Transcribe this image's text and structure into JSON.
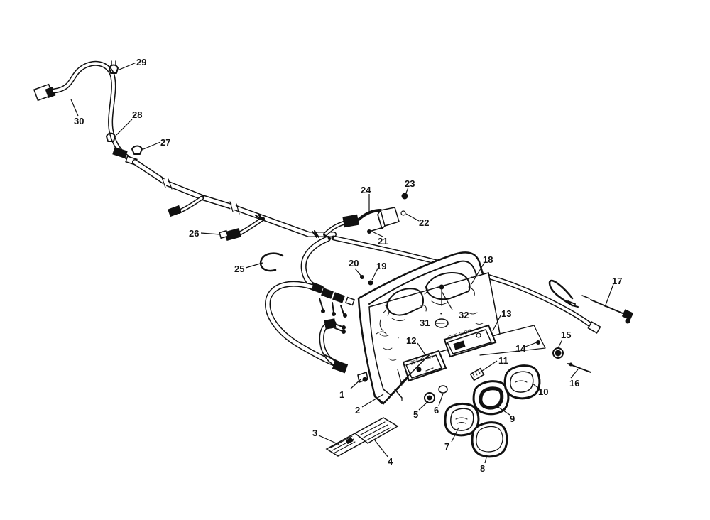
{
  "diagram": {
    "type": "exploded parts diagram",
    "subject": "console / instrument panel and wiring harness"
  },
  "callouts": [
    {
      "id": "1",
      "label": "1"
    },
    {
      "id": "2",
      "label": "2"
    },
    {
      "id": "3",
      "label": "3"
    },
    {
      "id": "4",
      "label": "4"
    },
    {
      "id": "5",
      "label": "5"
    },
    {
      "id": "6",
      "label": "6"
    },
    {
      "id": "7",
      "label": "7"
    },
    {
      "id": "8",
      "label": "8"
    },
    {
      "id": "9",
      "label": "9"
    },
    {
      "id": "10",
      "label": "10"
    },
    {
      "id": "11",
      "label": "11"
    },
    {
      "id": "12",
      "label": "12"
    },
    {
      "id": "13",
      "label": "13"
    },
    {
      "id": "14",
      "label": "14"
    },
    {
      "id": "15",
      "label": "15"
    },
    {
      "id": "16",
      "label": "16"
    },
    {
      "id": "17",
      "label": "17"
    },
    {
      "id": "18",
      "label": "18"
    },
    {
      "id": "19",
      "label": "19"
    },
    {
      "id": "20",
      "label": "20"
    },
    {
      "id": "21",
      "label": "21"
    },
    {
      "id": "22",
      "label": "22"
    },
    {
      "id": "23",
      "label": "23"
    },
    {
      "id": "24",
      "label": "24"
    },
    {
      "id": "25",
      "label": "25"
    },
    {
      "id": "26",
      "label": "26"
    },
    {
      "id": "27",
      "label": "27"
    },
    {
      "id": "28",
      "label": "28"
    },
    {
      "id": "29",
      "label": "29"
    },
    {
      "id": "30",
      "label": "30"
    },
    {
      "id": "31",
      "label": "31"
    },
    {
      "id": "32",
      "label": "32"
    }
  ],
  "panel_markings": {
    "left_switch": "OFF O ON",
    "right_switch": "OFF O ON"
  }
}
